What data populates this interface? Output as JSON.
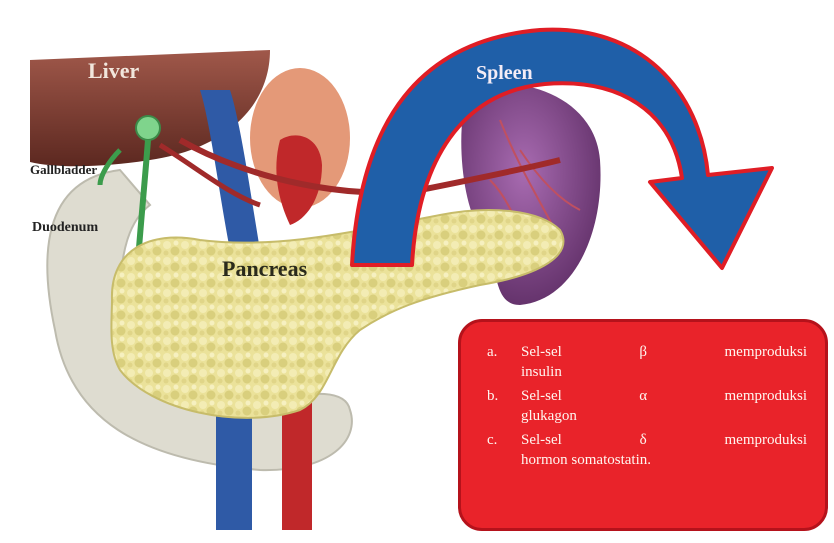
{
  "labels": {
    "liver": "Liver",
    "spleen": "Spleen",
    "gallbladder": "Gallbladder",
    "duodenum": "Duodenum",
    "pancreas": "Pancreas"
  },
  "info_box": {
    "items": [
      {
        "letter": "a.",
        "w1": "Sel-sel",
        "w2": "β",
        "w3": "memproduksi",
        "rest": "insulin"
      },
      {
        "letter": "b.",
        "w1": "Sel-sel",
        "w2": "α",
        "w3": "memproduksi",
        "rest": "glukagon"
      },
      {
        "letter": "c.",
        "w1": "Sel-sel",
        "w2": "δ",
        "w3": "memproduksi",
        "rest": "hormon somatostatin."
      }
    ]
  },
  "colors": {
    "arrow_fill": "#1f5fa8",
    "arrow_outline": "#e01d25",
    "box_fill": "#e9232a",
    "pancreas": "#ece49c",
    "liver": "#7a3a2e",
    "spleen": "#7c3d83"
  }
}
